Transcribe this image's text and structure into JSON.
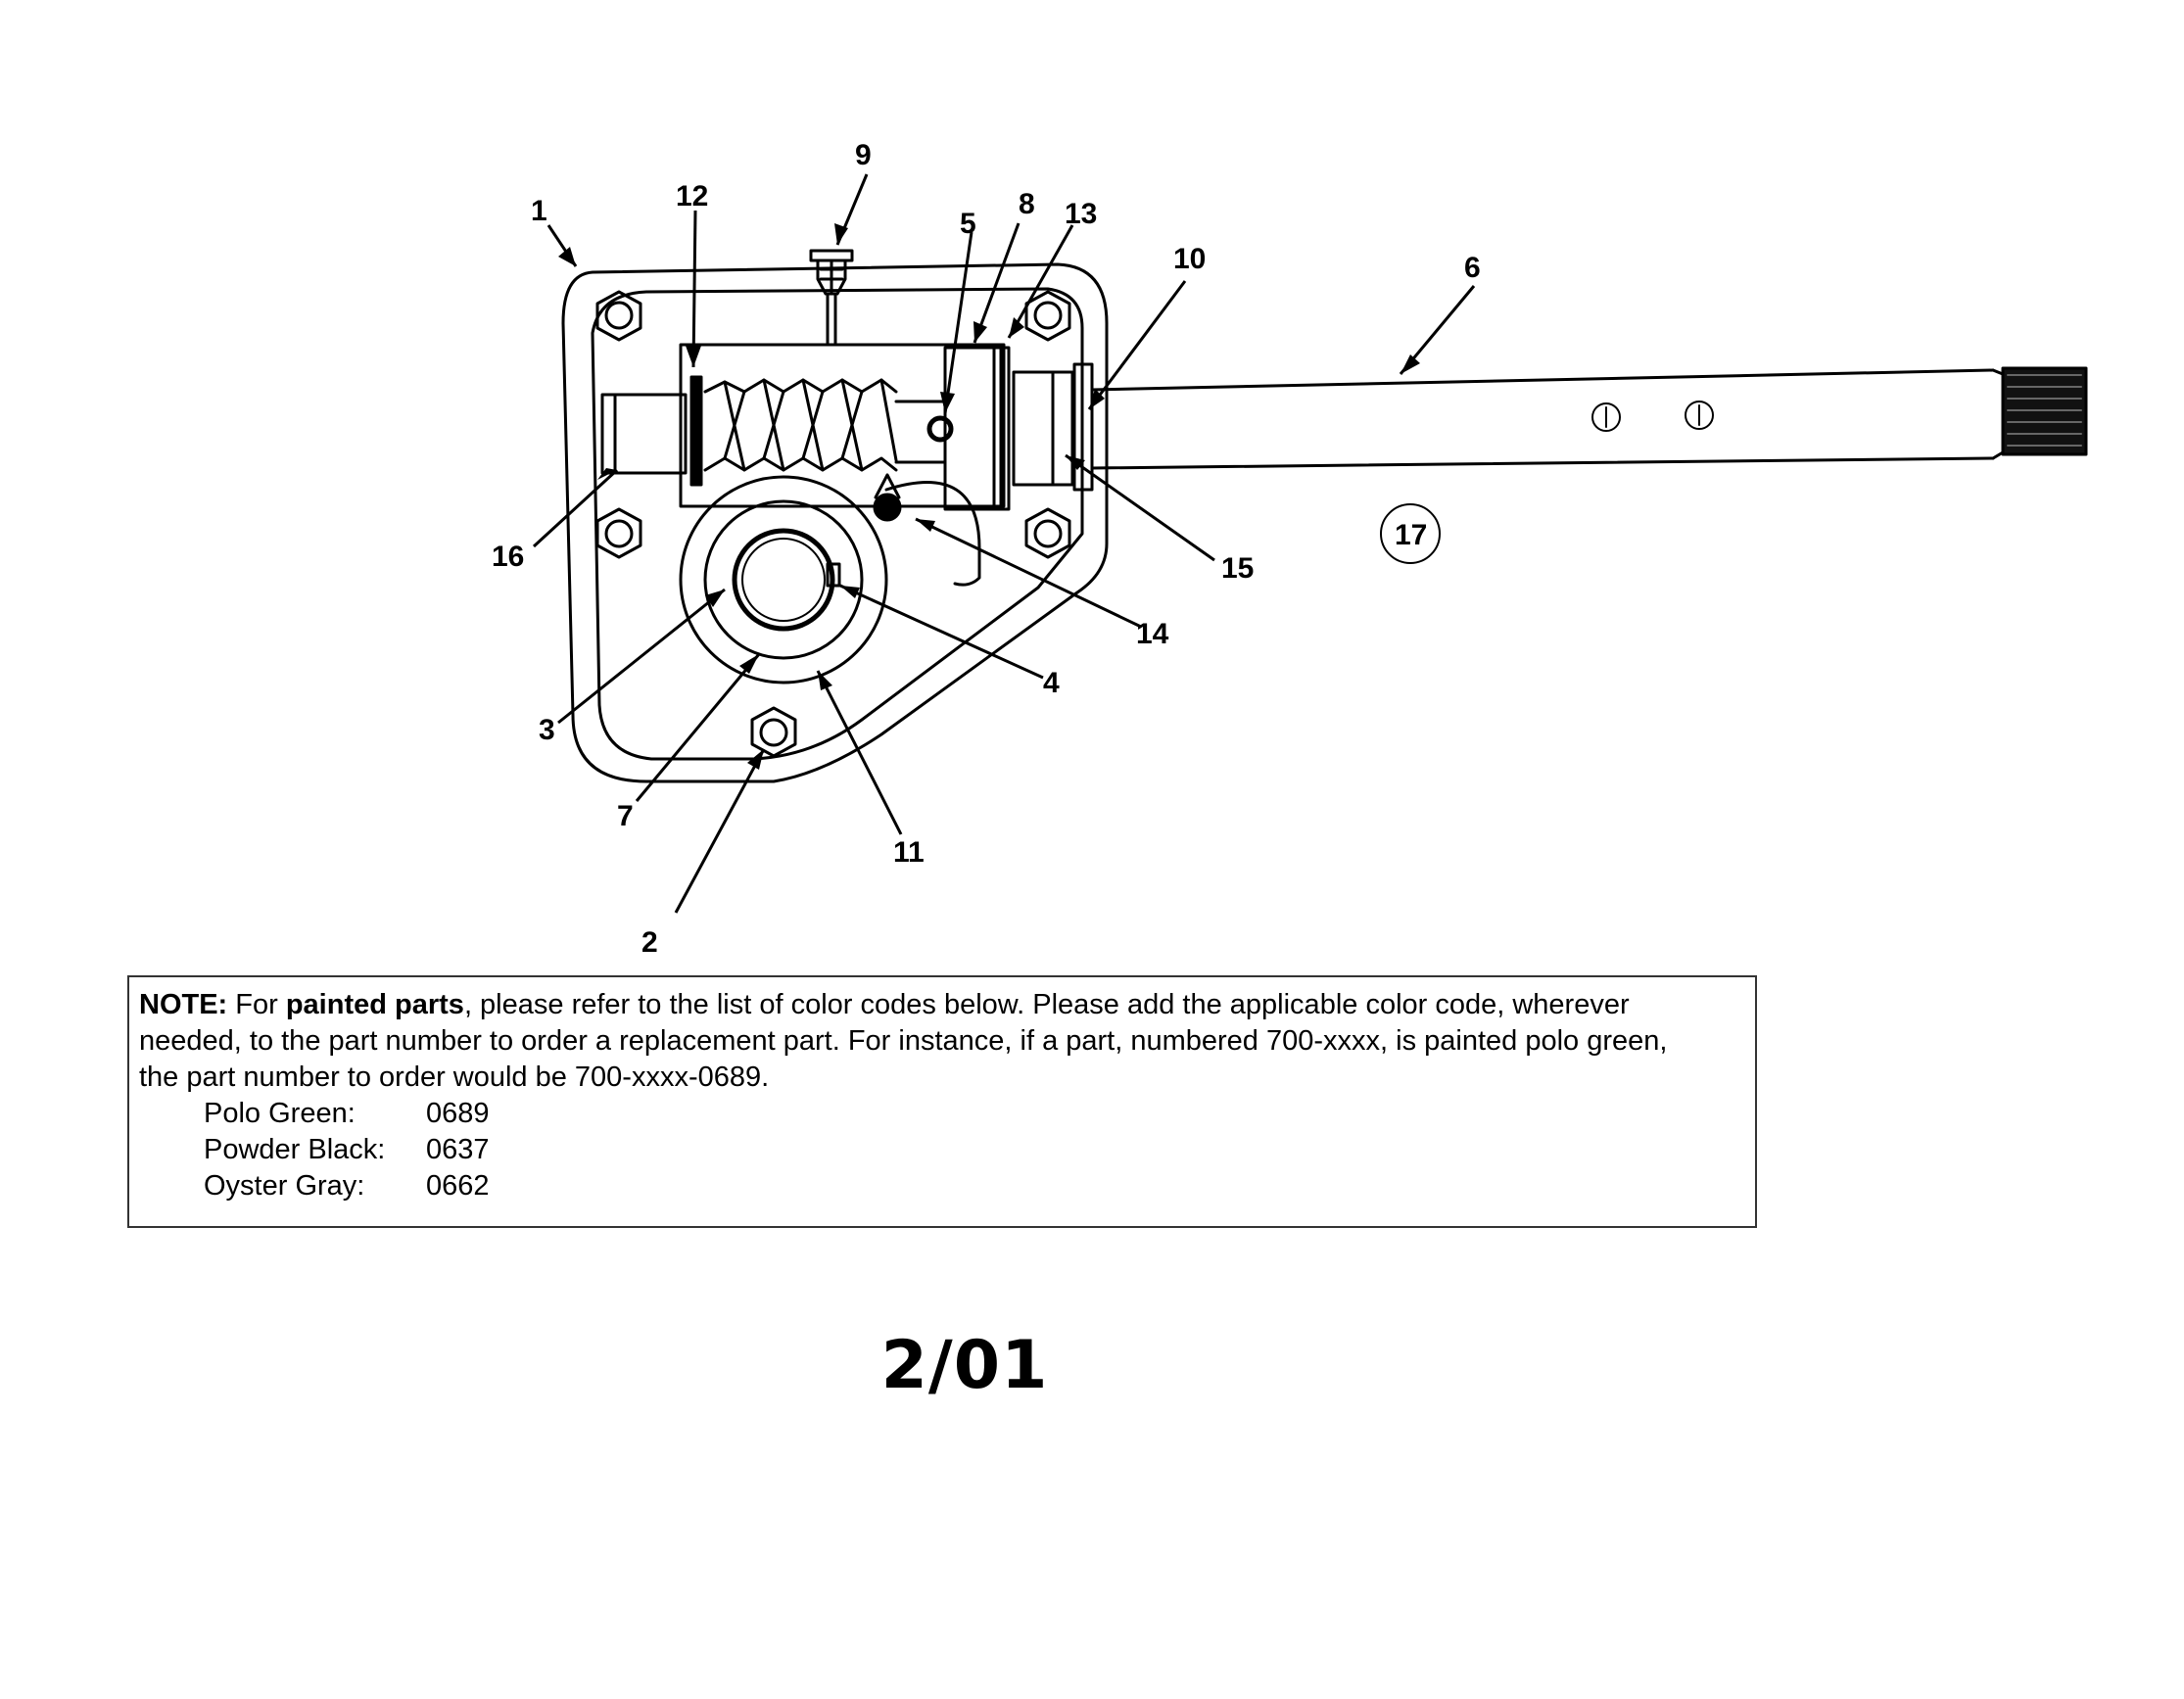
{
  "callouts": {
    "c1": "1",
    "c2": "2",
    "c3": "3",
    "c4": "4",
    "c5": "5",
    "c6": "6",
    "c7": "7",
    "c8": "8",
    "c9": "9",
    "c10": "10",
    "c11": "11",
    "c12": "12",
    "c13": "13",
    "c14": "14",
    "c15": "15",
    "c16": "16",
    "c17": "17"
  },
  "note": {
    "lead": "NOTE:",
    "text1": " For ",
    "bold_phrase": "painted parts",
    "text2": ", please refer to the list of color codes below. Please add the applicable color code, wherever",
    "line2": "needed, to the part number to order a replacement part. For instance, if a part, numbered 700-xxxx, is painted polo green,",
    "line3": "the part number to order would be 700-xxxx-0689.",
    "colors": [
      {
        "name": "Polo Green:",
        "code": "0689"
      },
      {
        "name": "Powder Black:",
        "code": "0637"
      },
      {
        "name": "Oyster Gray:",
        "code": "0662"
      }
    ]
  },
  "footer": {
    "date": "2/01"
  }
}
